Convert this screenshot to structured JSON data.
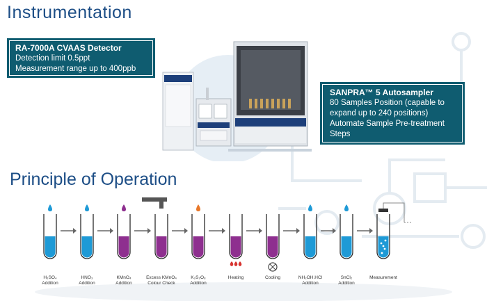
{
  "titles": {
    "instrumentation": "Instrumentation",
    "principle": "Principle of Operation"
  },
  "detector": {
    "name": "RA-7000A CVAAS Detector",
    "line1": "Detection limit 0.5ppt",
    "line2": "Measurement range up to 400ppb"
  },
  "autosampler": {
    "name": "SANPRA™ 5 Autosampler",
    "line1": "80 Samples Position (capable to",
    "line2": "expand up to 240 positions)",
    "line3": "Automate Sample Pre-treatment",
    "line4": "Steps"
  },
  "steps": [
    {
      "l1": "H₂SO₄",
      "l2": "Addition",
      "liquid": "#1e9ad6"
    },
    {
      "l1": "HNO₃",
      "l2": "Addition",
      "liquid": "#1e9ad6"
    },
    {
      "l1": "KMnO₄",
      "l2": "Addition",
      "liquid": "#8e2f8f"
    },
    {
      "l1": "Excess KMnO₄",
      "l2": "Colour Check",
      "liquid": "#8e2f8f"
    },
    {
      "l1": "K₂S₂O₈",
      "l2": "Addition",
      "liquid": "#8e2f8f"
    },
    {
      "l1": "Heating",
      "l2": "",
      "liquid": "#8e2f8f"
    },
    {
      "l1": "Cooling",
      "l2": "",
      "liquid": "#8e2f8f"
    },
    {
      "l1": "NH₂OH.HCl",
      "l2": "Addition",
      "liquid": "#1e9ad6"
    },
    {
      "l1": "SnCl₂",
      "l2": "Addition",
      "liquid": "#1e9ad6"
    },
    {
      "l1": "Measurement",
      "l2": "",
      "liquid": "#1e9ad6"
    }
  ],
  "colors": {
    "box": "#0f5c70",
    "title": "#1d4e86",
    "blue": "#1e9ad6",
    "purple": "#8e2f8f",
    "orange": "#e8782a",
    "red": "#d6322e"
  }
}
